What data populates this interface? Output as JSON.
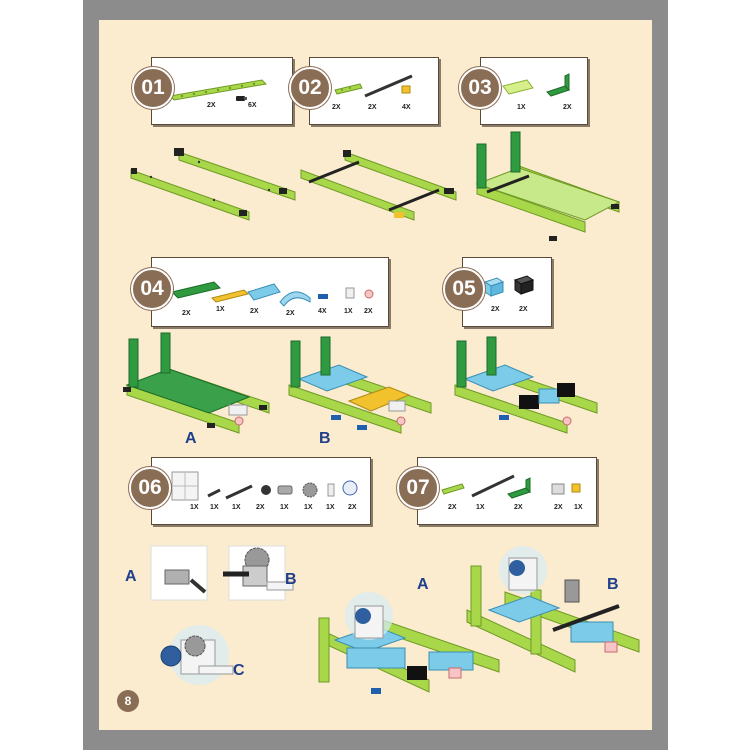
{
  "page_number": "8",
  "steps": [
    {
      "label": "01",
      "quantities": [
        "2X",
        "6X"
      ]
    },
    {
      "label": "02",
      "quantities": [
        "2X",
        "2X",
        "4X"
      ]
    },
    {
      "label": "03",
      "quantities": [
        "1X",
        "2X"
      ]
    },
    {
      "label": "04",
      "quantities": [
        "2X",
        "1X",
        "2X",
        "2X",
        "4X",
        "1X",
        "2X"
      ]
    },
    {
      "label": "05",
      "quantities": [
        "2X",
        "2X"
      ]
    },
    {
      "label": "06",
      "quantities": [
        "1X",
        "1X",
        "1X",
        "2X",
        "1X",
        "1X",
        "1X",
        "2X"
      ]
    },
    {
      "label": "07",
      "quantities": [
        "2X",
        "1X",
        "2X",
        "2X",
        "1X"
      ]
    }
  ],
  "variants": {
    "step4_a": "A",
    "step4_b": "B",
    "step7_left_a": "A",
    "step7_left_b": "B",
    "step7_left_c": "C",
    "step7_right_a": "A",
    "step7_right_b": "B"
  },
  "colors": {
    "page_bg": "#fbebcf",
    "badge": "#8a6d55",
    "lime": "#a8d84a",
    "dark_green": "#2f9a3f",
    "sky_blue": "#7ccbe8",
    "yellow": "#f2c12e",
    "variant_label": "#1f3f8c"
  }
}
